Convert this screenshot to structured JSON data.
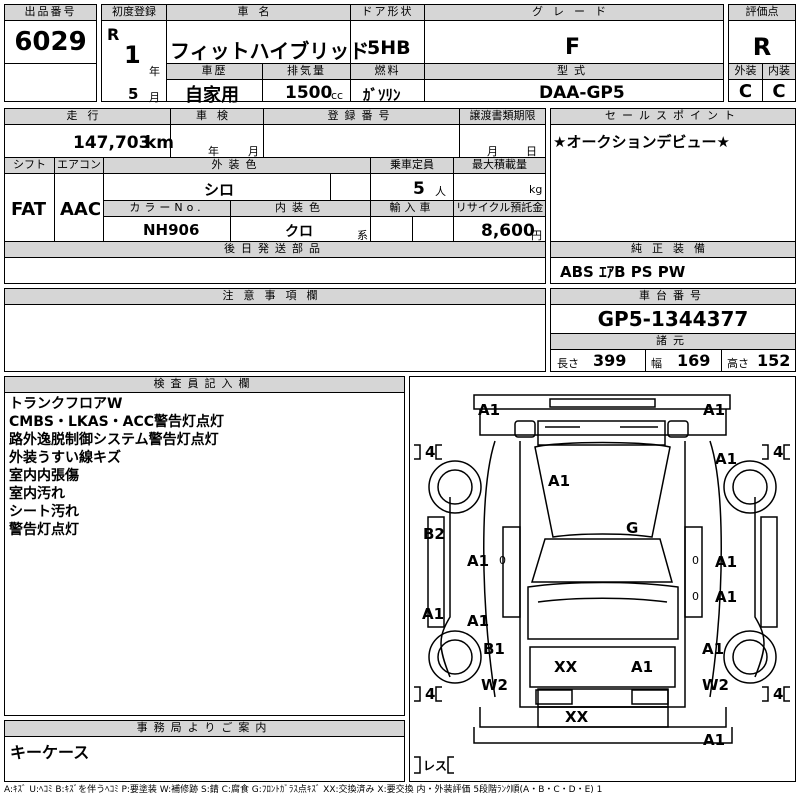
{
  "header": {
    "lot_label": "出品番号",
    "lot_no": "6029",
    "reg_label": "初度登録",
    "era": "R",
    "reg_year": "1",
    "year_unit": "年",
    "reg_month": "5",
    "month_unit": "月",
    "name_label": "車名",
    "car_name": "フィットハイブリッド",
    "history_label": "車歴",
    "history": "自家用",
    "displacement_label": "排気量",
    "displacement": "1500",
    "displacement_unit": "cc",
    "door_label": "ドア形状",
    "door": "5HB",
    "fuel_label": "燃料",
    "fuel": "ｶﾞｿﾘﾝ",
    "grade_label": "グレード",
    "grade": "F",
    "model_label": "型式",
    "model": "DAA-GP5",
    "score_label": "評価点",
    "score": "R",
    "ext_label": "外装",
    "ext": "C",
    "int_label": "内装",
    "int": "C"
  },
  "row2": {
    "mileage_label": "走行",
    "mileage": "147,703",
    "mileage_unit": "km",
    "inspection_label": "車検",
    "year_unit": "年",
    "month_unit": "月",
    "plate_label": "登録番号",
    "transfer_label": "譲渡書類期限",
    "transfer_month": "月",
    "transfer_day": "日",
    "shift_label": "シフト",
    "shift": "FAT",
    "ac_label": "エアコン",
    "ac": "AAC",
    "color_label": "外装色",
    "color": "シロ",
    "capacity_label": "乗車定員",
    "capacity": "5",
    "capacity_unit": "人",
    "load_label": "最大積載量",
    "load_unit": "kg",
    "colorno_label": "カラーNo.",
    "colorno": "NH906",
    "intcolor_label": "内装色",
    "intcolor": "クロ",
    "intcolor_unit": "系",
    "import_label": "輸入車",
    "recycle_label": "リサイクル預託金",
    "recycle": "8,600",
    "recycle_unit": "円",
    "later_label": "後日発送部品"
  },
  "sales": {
    "label": "セールスポイント",
    "text": "★オークションデビュー★"
  },
  "equipment": {
    "label": "純正装備",
    "text": "ABS ｴｱB PS PW"
  },
  "notes": {
    "label": "注意事項欄"
  },
  "chassis": {
    "label": "車台番号",
    "number": "GP5-1344377",
    "spec_label": "諸元",
    "length_label": "長さ",
    "length": "399",
    "width_label": "幅",
    "width": "169",
    "height_label": "高さ",
    "height": "152"
  },
  "inspector": {
    "label": "検査員記入欄",
    "lines": [
      "トランクフロアW",
      "CMBS・LKAS・ACC警告灯点灯",
      "路外逸脱制御システム警告灯点灯",
      "外装うすい線キズ",
      "室内内張傷",
      "室内汚れ",
      "シート汚れ",
      "警告灯点灯"
    ]
  },
  "office": {
    "label": "事務局よりご案内",
    "text": "キーケース"
  },
  "diagram": {
    "marks": {
      "front_left": "A1",
      "front_right": "A1",
      "right_top": "A1",
      "hood": "A1",
      "windshield": "G",
      "left_b2": "B2",
      "left_a1_mid": "A1",
      "right_a1_mid": "A1",
      "left_a1_low": "A1",
      "left_a1_low2": "A1",
      "right_a1_low": "A1",
      "left_b1": "B1",
      "right_a1_rear": "A1",
      "left_w2": "W2",
      "right_w2": "W2",
      "rear_xx": "XX",
      "rear_a1": "A1",
      "bumper_xx": "XX",
      "bottom_a1": "A1",
      "zero": "0",
      "tire": "4",
      "rest": "レス"
    }
  },
  "legend": "A:ｷｽﾞ U:ﾍｺﾐ B:ｷｽﾞを伴うﾍｺﾐ P:要塗装 W:補修跡 S:錆 C:腐食 G:ﾌﾛﾝﾄｶﾞﾗｽ点ｷｽﾞ XX:交換済み X:要交換 内・外装評価 5段階ﾗﾝｸ順(A・B・C・D・E) 1"
}
